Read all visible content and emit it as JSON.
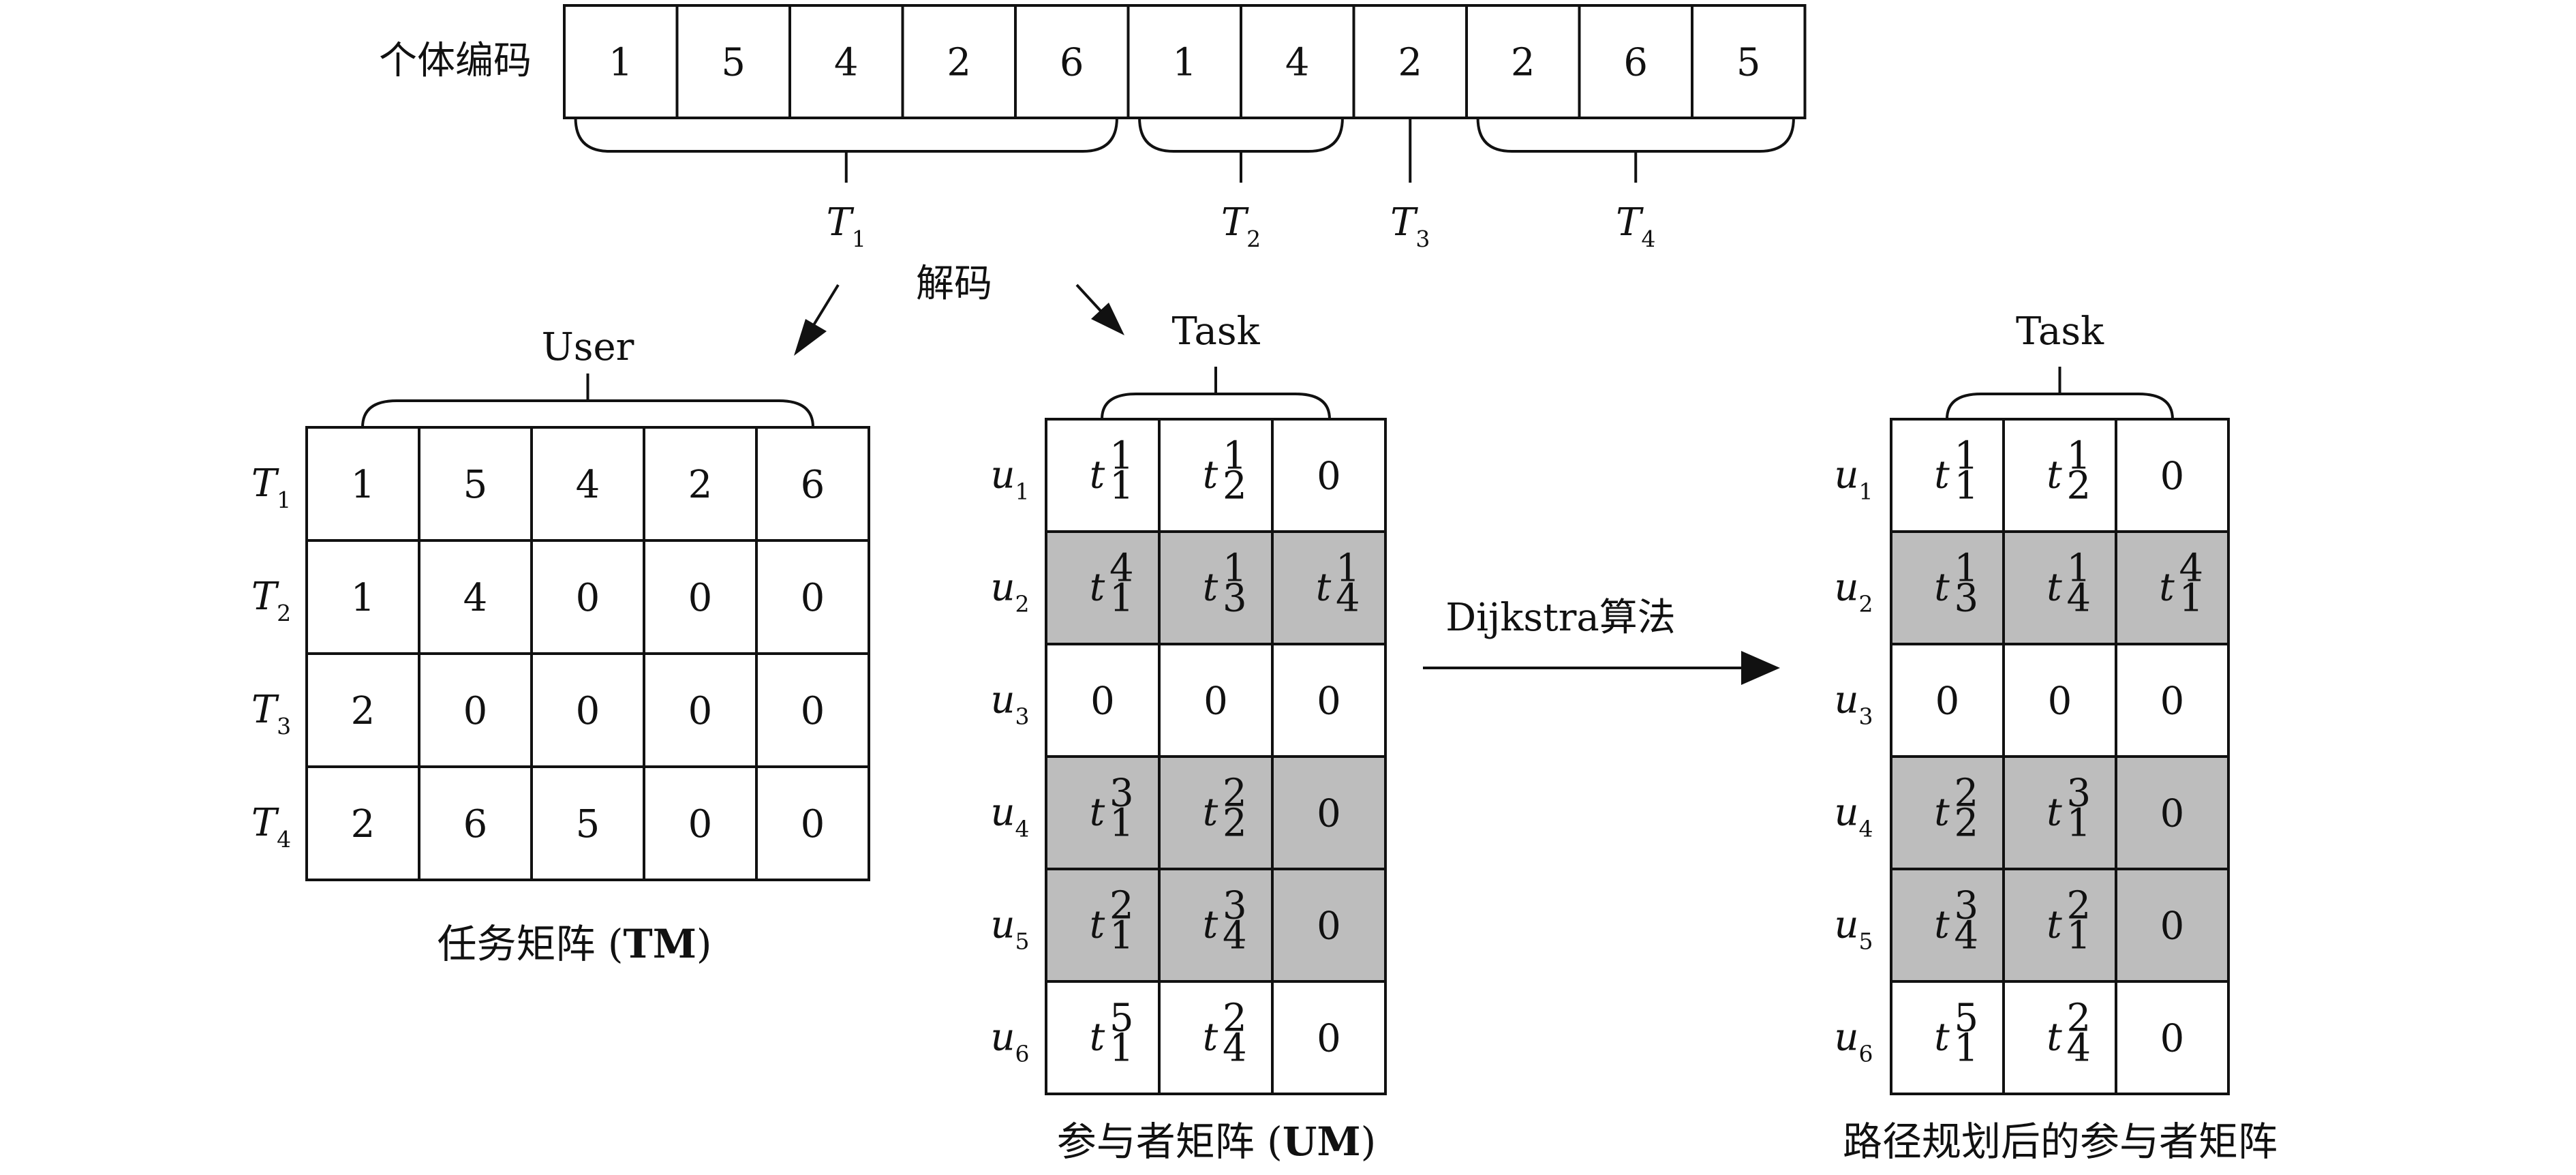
{
  "chromosome": {
    "label": "个体编码",
    "genes": [
      "1",
      "5",
      "4",
      "2",
      "6",
      "1",
      "4",
      "2",
      "2",
      "6",
      "5"
    ],
    "groups": [
      {
        "letter": "T",
        "sub": "1",
        "from": 0,
        "to": 4
      },
      {
        "letter": "T",
        "sub": "2",
        "from": 5,
        "to": 6
      },
      {
        "letter": "T",
        "sub": "3",
        "from": 7,
        "to": 7
      },
      {
        "letter": "T",
        "sub": "4",
        "from": 8,
        "to": 10
      }
    ]
  },
  "decode_label": "解码",
  "tm": {
    "header": "User",
    "row_labels": [
      {
        "letter": "T",
        "sub": "1"
      },
      {
        "letter": "T",
        "sub": "2"
      },
      {
        "letter": "T",
        "sub": "3"
      },
      {
        "letter": "T",
        "sub": "4"
      }
    ],
    "rows": [
      [
        "1",
        "5",
        "4",
        "2",
        "6"
      ],
      [
        "1",
        "4",
        "0",
        "0",
        "0"
      ],
      [
        "2",
        "0",
        "0",
        "0",
        "0"
      ],
      [
        "2",
        "6",
        "5",
        "0",
        "0"
      ]
    ],
    "caption": {
      "text": "任务矩阵 (",
      "bold": "TM",
      "close": ")"
    }
  },
  "um": {
    "header": "Task",
    "row_labels": [
      {
        "letter": "u",
        "sub": "1"
      },
      {
        "letter": "u",
        "sub": "2"
      },
      {
        "letter": "u",
        "sub": "3"
      },
      {
        "letter": "u",
        "sub": "4"
      },
      {
        "letter": "u",
        "sub": "5"
      },
      {
        "letter": "u",
        "sub": "6"
      }
    ],
    "shaded_rows": [
      1,
      3,
      4
    ],
    "rows": [
      [
        {
          "t": "t",
          "sup": "1",
          "sub": "1"
        },
        {
          "t": "t",
          "sup": "1",
          "sub": "2"
        },
        {
          "v": "0"
        }
      ],
      [
        {
          "t": "t",
          "sup": "4",
          "sub": "1"
        },
        {
          "t": "t",
          "sup": "1",
          "sub": "3"
        },
        {
          "t": "t",
          "sup": "1",
          "sub": "4"
        }
      ],
      [
        {
          "v": "0"
        },
        {
          "v": "0"
        },
        {
          "v": "0"
        }
      ],
      [
        {
          "t": "t",
          "sup": "3",
          "sub": "1"
        },
        {
          "t": "t",
          "sup": "2",
          "sub": "2"
        },
        {
          "v": "0"
        }
      ],
      [
        {
          "t": "t",
          "sup": "2",
          "sub": "1"
        },
        {
          "t": "t",
          "sup": "3",
          "sub": "4"
        },
        {
          "v": "0"
        }
      ],
      [
        {
          "t": "t",
          "sup": "5",
          "sub": "1"
        },
        {
          "t": "t",
          "sup": "2",
          "sub": "4"
        },
        {
          "v": "0"
        }
      ]
    ],
    "caption": {
      "text": "参与者矩阵 (",
      "bold": "UM",
      "close": ")"
    }
  },
  "arrow_label": "Dijkstra算法",
  "pm": {
    "header": "Task",
    "row_labels": [
      {
        "letter": "u",
        "sub": "1"
      },
      {
        "letter": "u",
        "sub": "2"
      },
      {
        "letter": "u",
        "sub": "3"
      },
      {
        "letter": "u",
        "sub": "4"
      },
      {
        "letter": "u",
        "sub": "5"
      },
      {
        "letter": "u",
        "sub": "6"
      }
    ],
    "shaded_rows": [
      1,
      3,
      4
    ],
    "rows": [
      [
        {
          "t": "t",
          "sup": "1",
          "sub": "1"
        },
        {
          "t": "t",
          "sup": "1",
          "sub": "2"
        },
        {
          "v": "0"
        }
      ],
      [
        {
          "t": "t",
          "sup": "1",
          "sub": "3"
        },
        {
          "t": "t",
          "sup": "1",
          "sub": "4"
        },
        {
          "t": "t",
          "sup": "4",
          "sub": "1"
        }
      ],
      [
        {
          "v": "0"
        },
        {
          "v": "0"
        },
        {
          "v": "0"
        }
      ],
      [
        {
          "t": "t",
          "sup": "2",
          "sub": "2"
        },
        {
          "t": "t",
          "sup": "3",
          "sub": "1"
        },
        {
          "v": "0"
        }
      ],
      [
        {
          "t": "t",
          "sup": "3",
          "sub": "4"
        },
        {
          "t": "t",
          "sup": "2",
          "sub": "1"
        },
        {
          "v": "0"
        }
      ],
      [
        {
          "t": "t",
          "sup": "5",
          "sub": "1"
        },
        {
          "t": "t",
          "sup": "2",
          "sub": "4"
        },
        {
          "v": "0"
        }
      ]
    ],
    "caption": {
      "text": "路径规划后的参与者矩阵"
    }
  },
  "colors": {
    "stroke": "#111111",
    "shade": "#bdbdbd",
    "background": "#ffffff"
  }
}
